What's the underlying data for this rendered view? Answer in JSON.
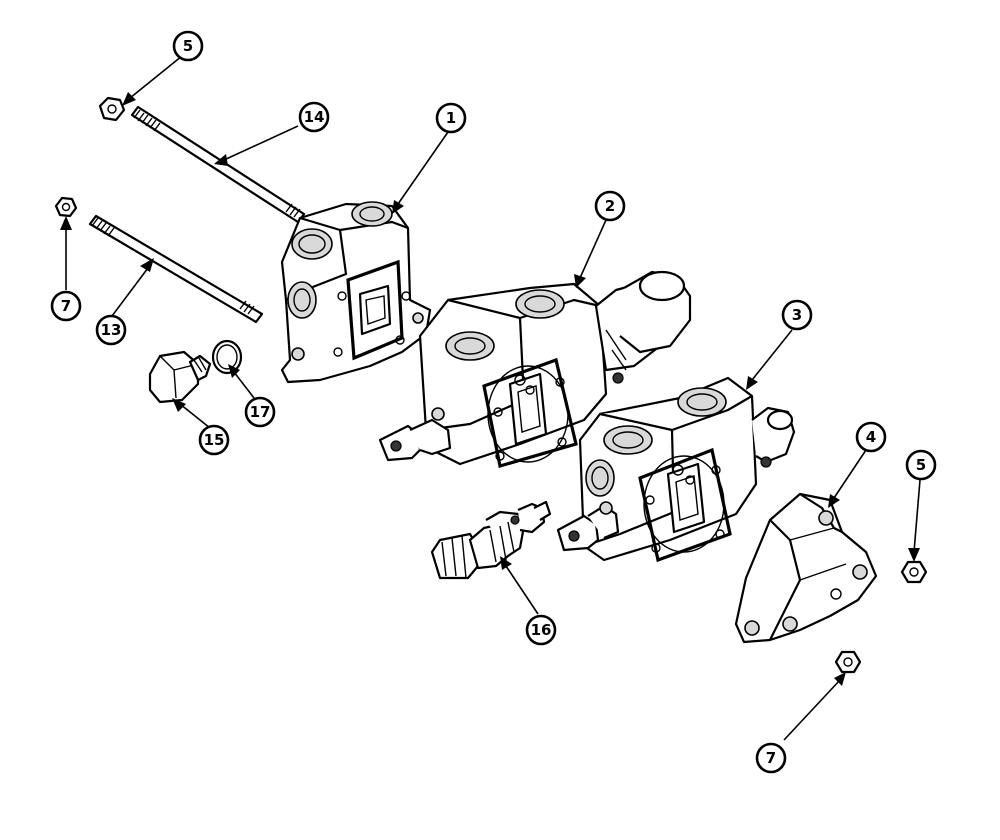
{
  "diagram": {
    "palette": {
      "line": "#000000",
      "paper": "#ffffff",
      "shade": "#d9d9d9"
    },
    "callouts": [
      {
        "id": "c5a",
        "label": "5"
      },
      {
        "id": "c14",
        "label": "14"
      },
      {
        "id": "c1",
        "label": "1"
      },
      {
        "id": "c7a",
        "label": "7"
      },
      {
        "id": "c13",
        "label": "13"
      },
      {
        "id": "c2",
        "label": "2"
      },
      {
        "id": "c17",
        "label": "17"
      },
      {
        "id": "c15",
        "label": "15"
      },
      {
        "id": "c3",
        "label": "3"
      },
      {
        "id": "c4",
        "label": "4"
      },
      {
        "id": "c5b",
        "label": "5"
      },
      {
        "id": "c16",
        "label": "16"
      },
      {
        "id": "c7b",
        "label": "7"
      }
    ]
  }
}
